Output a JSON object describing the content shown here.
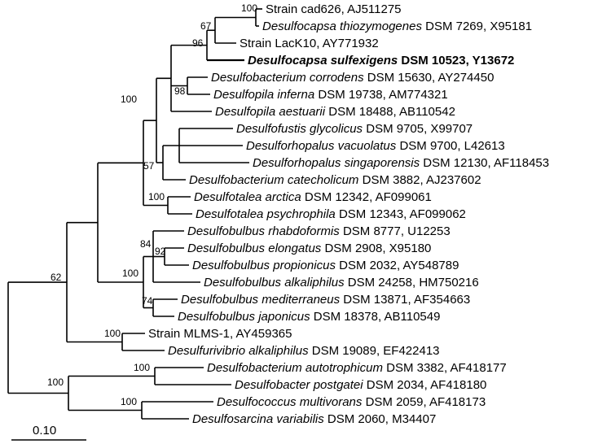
{
  "leaves": [
    {
      "id": "cad626",
      "genus": "",
      "rest": "Strain cad626, AJ511275"
    },
    {
      "id": "thiozymogenes",
      "genus": "Desulfocapsa thiozymogenes",
      "rest": " DSM 7269, X95181"
    },
    {
      "id": "lack10",
      "genus": "",
      "rest": "Strain LacK10, AY771932"
    },
    {
      "id": "sulfexigens",
      "genus": "Desulfocapsa sulfexigens",
      "rest": " DSM 10523, Y13672",
      "bold": true
    },
    {
      "id": "corrodens",
      "genus": "Desulfobacterium corrodens",
      "rest": " DSM 15630, AY274450"
    },
    {
      "id": "inferna",
      "genus": "Desulfopila inferna",
      "rest": " DSM 19738, AM774321"
    },
    {
      "id": "aestuarii",
      "genus": "Desulfopila aestuarii",
      "rest": " DSM 18488, AB110542"
    },
    {
      "id": "glycolicus",
      "genus": "Desulfofustis glycolicus",
      "rest": " DSM 9705, X99707"
    },
    {
      "id": "vacuolatus",
      "genus": "Desulforhopalus vacuolatus",
      "rest": " DSM 9700, L42613"
    },
    {
      "id": "singaporensis",
      "genus": "Desulforhopalus singaporensis",
      "rest": " DSM 12130, AF118453"
    },
    {
      "id": "catecholicum",
      "genus": "Desulfobacterium catecholicum",
      "rest": " DSM 3882, AJ237602"
    },
    {
      "id": "arctica",
      "genus": "Desulfotalea arctica",
      "rest": " DSM 12342, AF099061"
    },
    {
      "id": "psychrophila",
      "genus": "Desulfotalea psychrophila",
      "rest": " DSM 12343, AF099062"
    },
    {
      "id": "rhabdoformis",
      "genus": "Desulfobulbus rhabdoformis",
      "rest": " DSM 8777, U12253"
    },
    {
      "id": "elongatus",
      "genus": "Desulfobulbus elongatus",
      "rest": " DSM 2908, X95180"
    },
    {
      "id": "propionicus",
      "genus": "Desulfobulbus propionicus",
      "rest": " DSM 2032, AY548789"
    },
    {
      "id": "alkaliphilus",
      "genus": "Desulfobulbus alkaliphilus",
      "rest": " DSM 24258, HM750216"
    },
    {
      "id": "mediterraneus",
      "genus": "Desulfobulbus mediterraneus",
      "rest": " DSM 13871, AF354663"
    },
    {
      "id": "japonicus",
      "genus": "Desulfobulbus japonicus",
      "rest": " DSM 18378, AB110549"
    },
    {
      "id": "mlms1",
      "genus": "",
      "rest": "Strain MLMS-1, AY459365"
    },
    {
      "id": "desulfurivibrio",
      "genus": "Desulfurivibrio alkaliphilus",
      "rest": " DSM 19089, EF422413"
    },
    {
      "id": "autotrophicum",
      "genus": "Desulfobacterium autotrophicum",
      "rest": " DSM 3382, AF418177"
    },
    {
      "id": "postgatei",
      "genus": "Desulfobacter postgatei",
      "rest": " DSM 2034, AF418180"
    },
    {
      "id": "multivorans",
      "genus": "Desulfococcus multivorans",
      "rest": " DSM 2059, AF418173"
    },
    {
      "id": "variabilis",
      "genus": "Desulfosarcina variabilis",
      "rest": " DSM 2060, M34407"
    }
  ],
  "support_values": [
    {
      "id": "bs-cad626",
      "value": "100"
    },
    {
      "id": "bs-67",
      "value": "67"
    },
    {
      "id": "bs-96",
      "value": "96"
    },
    {
      "id": "bs-98",
      "value": "98"
    },
    {
      "id": "bs-57",
      "value": "57"
    },
    {
      "id": "bs-upper",
      "value": "100"
    },
    {
      "id": "bs-desulfotalea",
      "value": "100"
    },
    {
      "id": "bs-84",
      "value": "84"
    },
    {
      "id": "bs-92",
      "value": "92"
    },
    {
      "id": "bs-74",
      "value": "74"
    },
    {
      "id": "bs-desulfobulbus",
      "value": "100"
    },
    {
      "id": "bs-62",
      "value": "62"
    },
    {
      "id": "bs-mlms",
      "value": "100"
    },
    {
      "id": "bs-outgroup",
      "value": "100"
    },
    {
      "id": "bs-desulfobacter",
      "value": "100"
    },
    {
      "id": "bs-desulfococcus",
      "value": "100"
    }
  ],
  "scale_bar": {
    "label": "0.10"
  }
}
